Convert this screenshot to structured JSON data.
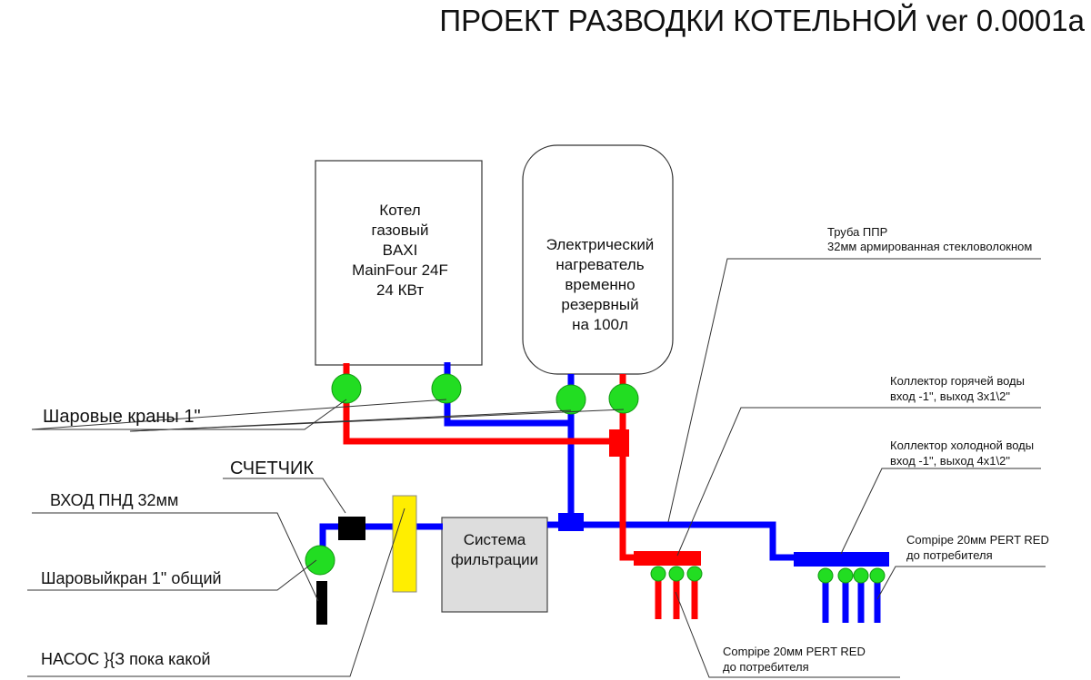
{
  "title": "ПРОЕКТ РАЗВОДКИ КОТЕЛЬНОЙ ver 0.0001a",
  "boiler": {
    "lines": [
      "Котел",
      "газовый",
      "BAXI",
      "MainFour 24F",
      "24 КВт"
    ]
  },
  "heater": {
    "lines": [
      "Электрический",
      "нагреватель",
      "временно",
      "резервный",
      "на 100л"
    ]
  },
  "filter": {
    "lines": [
      "Система",
      "фильтрации"
    ]
  },
  "labels": {
    "ball_valves": "Шаровые краны 1\"",
    "meter": "СЧЕТЧИК",
    "inlet": "ВХОД ПНД 32мм",
    "main_valve": "Шаровыйкран 1\" общий",
    "pump": "НАСОС }{З пока какой",
    "pipe_line1": "Труба ППР",
    "pipe_line2": "32мм армированная стекловолокном",
    "hot_coll_line1": "Коллектор горячей воды",
    "hot_coll_line2": "вход -1\", выход 3х1\\2\"",
    "cold_coll_line1": "Коллектор холодной воды",
    "cold_coll_line2": "вход -1\", выход 4х1\\2\"",
    "compipe_cold_line1": "Compipe 20мм PERT RED",
    "compipe_cold_line2": "до потребителя",
    "compipe_hot_line1": "Compipe 20мм PERT RED",
    "compipe_hot_line2": "до потребителя"
  },
  "colors": {
    "hot": "#ff0000",
    "cold": "#0000ff",
    "valve": "#22dd22",
    "pump": "#ffee00",
    "meter": "#000000",
    "filter_fill": "#dddddd"
  }
}
